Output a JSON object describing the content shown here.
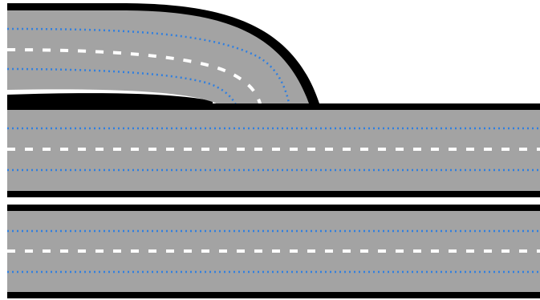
{
  "scene": {
    "description_type": "road-network",
    "roads": [
      {
        "id": "ramp",
        "kind": "curved-merge-ramp",
        "lanes": 2,
        "lane_divider": "dashed-white",
        "edge_lines": "dotted-blue"
      },
      {
        "id": "main-carriageway",
        "kind": "straight-road",
        "lanes": 2,
        "lane_divider": "dashed-white",
        "edge_lines": "dotted-blue"
      },
      {
        "id": "lower-carriageway",
        "kind": "straight-road",
        "lanes": 2,
        "lane_divider": "dashed-white",
        "edge_lines": "dotted-blue"
      }
    ]
  },
  "colors": {
    "background": "#ffffff",
    "asphalt": "#a3a3a3",
    "curb": "#000000",
    "lane_divider": "#ffffff",
    "lane_edge": "#2f7fe0"
  }
}
